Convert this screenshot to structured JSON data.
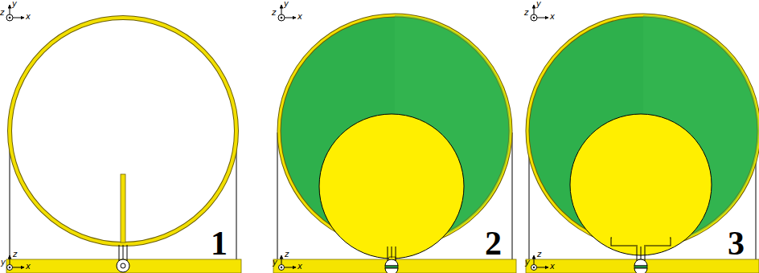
{
  "diagram": {
    "labels": [
      "y",
      "z",
      "x",
      "z",
      "y",
      "x",
      "1",
      "y",
      "z",
      "x",
      "z",
      "y",
      "x",
      "2",
      "y",
      "z",
      "x",
      "z",
      "y",
      "x",
      "3"
    ]
  }
}
